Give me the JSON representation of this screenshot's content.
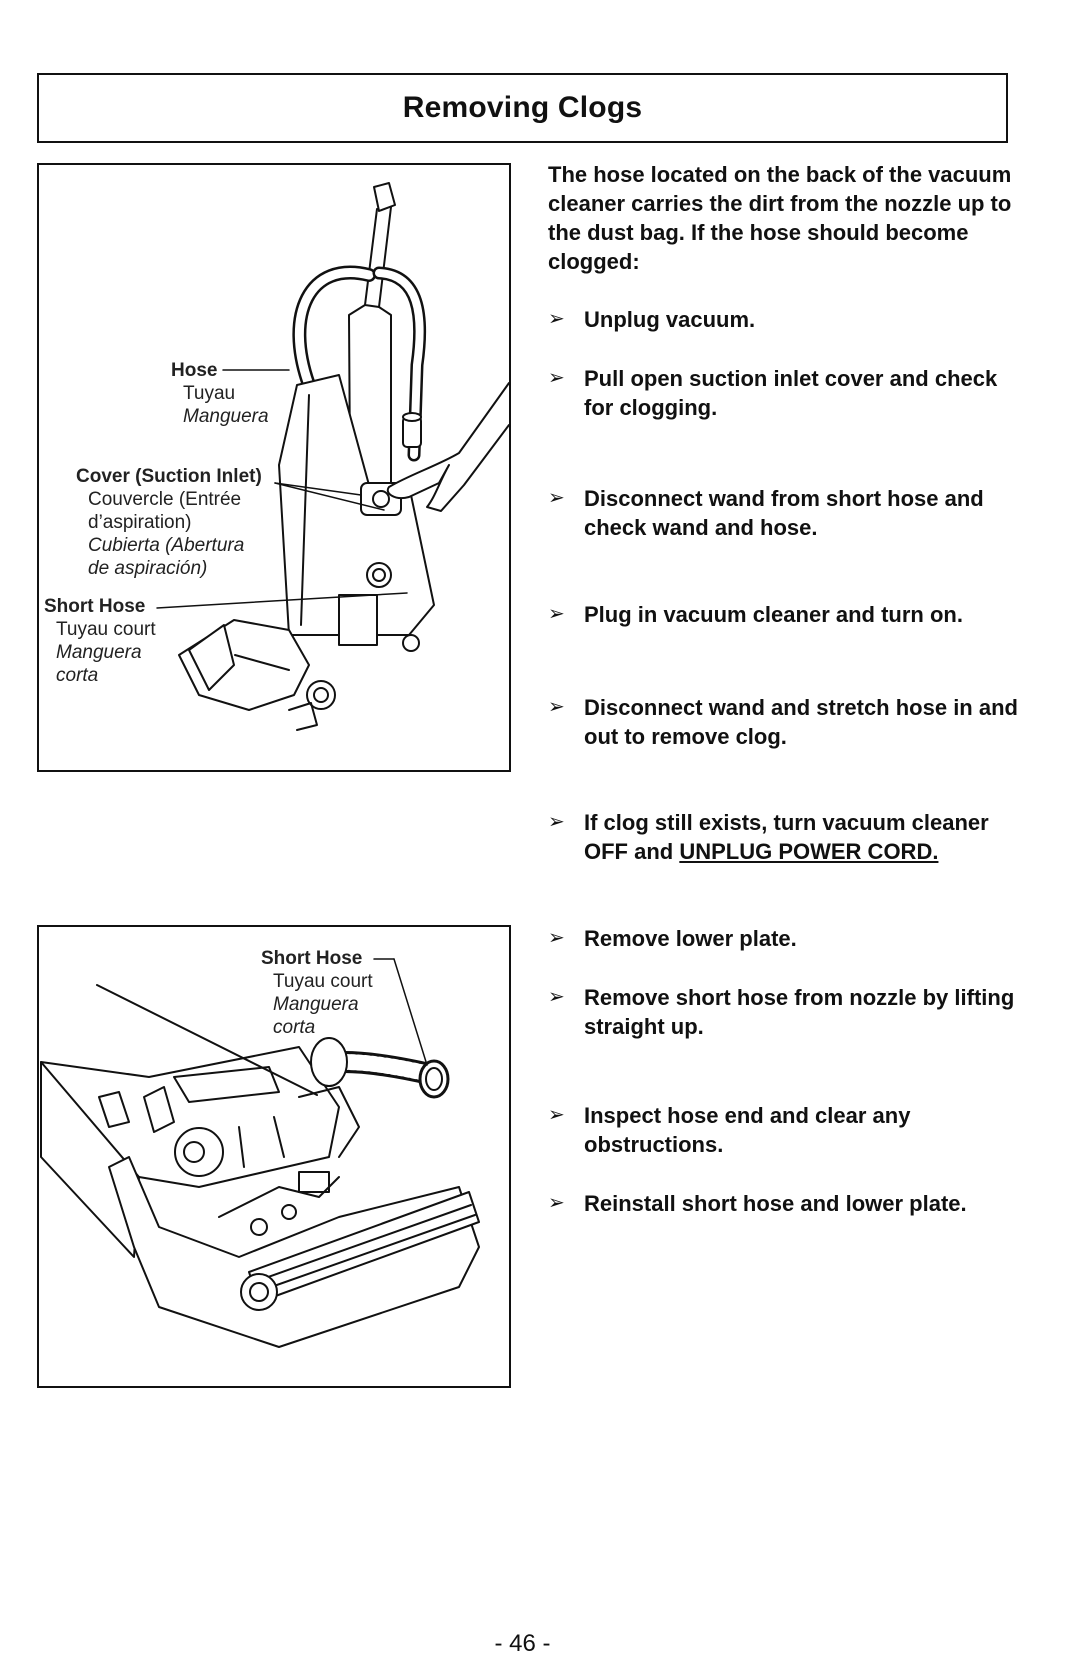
{
  "title": "Removing Clogs",
  "intro": "The hose located on the back of the vacuum cleaner carries the dirt from the nozzle up to the dust bag.  If the hose should become clogged:",
  "arrow_glyph": "➢",
  "steps": [
    {
      "text": "Unplug vacuum."
    },
    {
      "text": "Pull open suction inlet cover and check for clogging."
    },
    {
      "text": "Disconnect wand from short hose and check wand and hose."
    },
    {
      "text": "Plug in vacuum cleaner and turn on."
    },
    {
      "text": "Disconnect wand and stretch hose in and out to remove clog."
    },
    {
      "text": "If clog still exists, turn vacuum cleaner OFF and ",
      "underlined": "UNPLUG POWER CORD."
    },
    {
      "text": "Remove lower plate."
    },
    {
      "text": "Remove short hose from nozzle by lifting straight up."
    },
    {
      "text": "Inspect hose end and clear any obstructions."
    },
    {
      "text": "Reinstall short hose and lower plate."
    }
  ],
  "figure1": {
    "hose": {
      "en": "Hose",
      "fr": "Tuyau",
      "es": "Manguera"
    },
    "cover": {
      "en": "Cover (Suction Inlet)",
      "fr1": "Couvercle (Entrée",
      "fr2": "d’aspiration)",
      "es1": "Cubierta (Abertura",
      "es2": "de aspiración)"
    },
    "short_hose": {
      "en": "Short Hose",
      "fr": "Tuyau court",
      "es1": "Manguera",
      "es2": "corta"
    }
  },
  "figure2": {
    "short_hose": {
      "en": "Short Hose",
      "fr": "Tuyau court",
      "es1": "Manguera",
      "es2": "corta"
    }
  },
  "page_number": "- 46 -"
}
